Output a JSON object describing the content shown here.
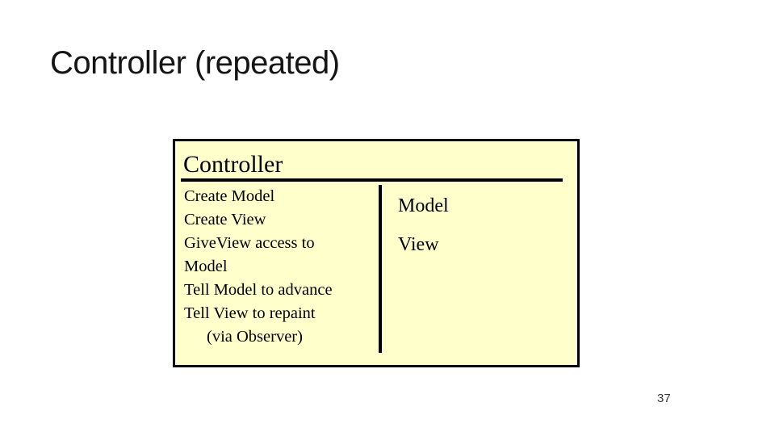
{
  "slide": {
    "title": "Controller (repeated)",
    "page_number": "37"
  },
  "diagram": {
    "box_title": "Controller",
    "responsibilities": [
      "Create Model",
      "Create View",
      "GiveView access to",
      "Model",
      "Tell Model to advance",
      "Tell View to repaint",
      "(via Observer)"
    ],
    "collaborators": [
      "Model",
      "View"
    ],
    "colors": {
      "box_fill": "#FFFFCC",
      "box_border": "#000000",
      "title_text": "#151515"
    }
  }
}
